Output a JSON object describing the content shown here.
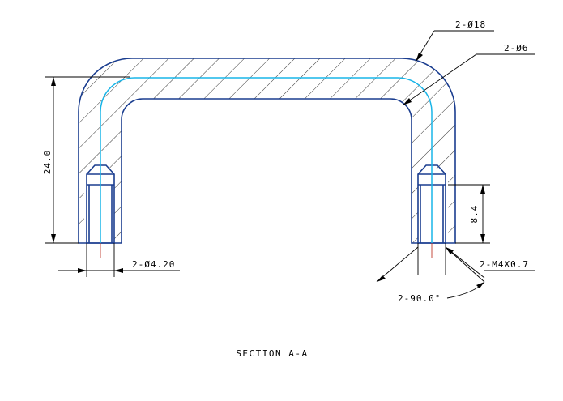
{
  "drawing": {
    "section_title": "SECTION  A-A",
    "dimensions": {
      "bar_diameter": "2-Ø18",
      "bend_diameter": "2-Ø6",
      "overall_height": "24.0",
      "thread_depth": "8.4",
      "hole_diameter": "2-Ø4.20",
      "thread_spec": "2-M4X0.7",
      "countersink_angle": "2-90.0°"
    },
    "colors": {
      "outline": "#1a3d8f",
      "centerline": "#19b5e8",
      "dimension": "#000000",
      "axis_mark": "#c0392b"
    }
  }
}
